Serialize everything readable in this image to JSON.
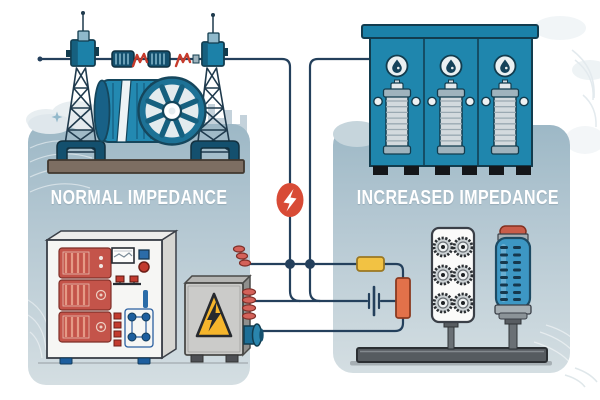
{
  "figure": {
    "left_label": "NORMAL IMPEDANCE",
    "right_label": "INCREASED IMPEDANCE"
  },
  "colors": {
    "background": "#ffffff",
    "panel_gradient_top": "#9db8c6",
    "panel_gradient_bottom": "#d4dee2",
    "label_text": "#ffffff",
    "wire_navy": "#24405c",
    "equipment_teal": "#1f86ad",
    "equipment_teal_dark": "#16607f",
    "fault_red": "#d84b36",
    "marker_red": "#c63b2c",
    "resistor_yellow": "#f2c243",
    "resistor_orange": "#e2714a",
    "module_red": "#c4544a",
    "warning_yellow": "#f5b52c",
    "capacitor_blue": "#3d97c4",
    "platform_gray": "#565b60",
    "platform_brown": "#7d6e62",
    "cabinet_white": "#f6f6f4",
    "breaker_gray": "#cbcbc9"
  },
  "components": {
    "top_left": [
      "transmission-tower",
      "power-line",
      "line-inductor",
      "fault-marker",
      "generator-turbine"
    ],
    "top_right": [
      "switchgear-cabinet",
      "oil-gauge",
      "heater-element"
    ],
    "bottom_left": [
      "control-cabinet",
      "red-module",
      "meter-display",
      "breaker-box",
      "high-voltage-warning"
    ],
    "bottom_right": [
      "series-resistor",
      "shunt-resistor",
      "battery-source",
      "coil-bank",
      "capacitor-bushing"
    ],
    "center": [
      "fault-lightning-indicator",
      "junction-node"
    ]
  }
}
